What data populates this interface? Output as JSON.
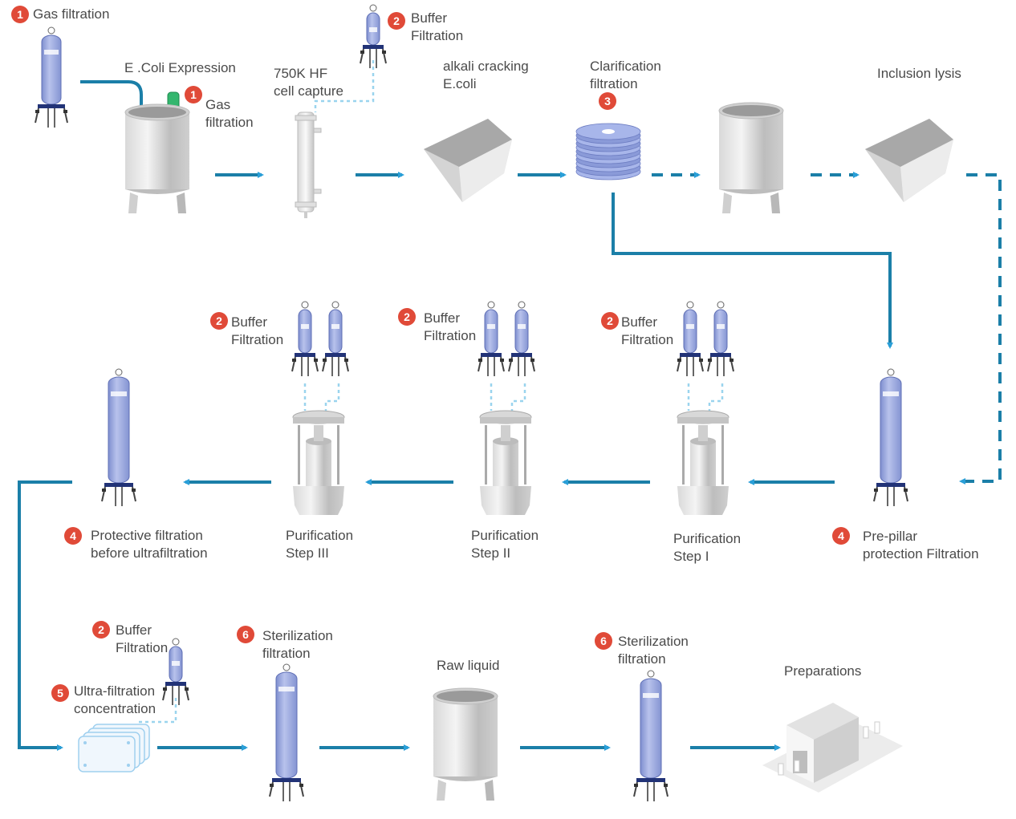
{
  "colors": {
    "flow": "#1b7fa8",
    "flow_dashed": "#1b7fa8",
    "arrow_head": "#2a9fd8",
    "filter_body": "#9aa6d8",
    "badge": "#e04a38",
    "tank": "#c8c8c8",
    "buffer_line": "#9ad4ee"
  },
  "labels": {
    "gas_top": {
      "badge": "1",
      "lines": [
        "Gas filtration"
      ]
    },
    "ecoli": {
      "badge": "",
      "lines": [
        "E .Coli Expression"
      ]
    },
    "gas_small": {
      "badge": "1",
      "lines": [
        "Gas",
        "filtration"
      ]
    },
    "hf_capture": {
      "badge": "",
      "lines": [
        "750K HF",
        "cell capture"
      ]
    },
    "buffer_top": {
      "badge": "2",
      "lines": [
        "Buffer",
        "Filtration"
      ]
    },
    "alkali": {
      "badge": "",
      "lines": [
        "alkali cracking",
        "E.coli"
      ]
    },
    "clarification": {
      "badge": "3",
      "lines": [
        "Clarification",
        "filtration"
      ]
    },
    "inclusion": {
      "badge": "",
      "lines": [
        "Inclusion lysis"
      ]
    },
    "buffer_s3": {
      "badge": "2",
      "lines": [
        "Buffer",
        "Filtration"
      ]
    },
    "buffer_s2": {
      "badge": "2",
      "lines": [
        "Buffer",
        "Filtration"
      ]
    },
    "buffer_s1": {
      "badge": "2",
      "lines": [
        "Buffer",
        "Filtration"
      ]
    },
    "protective": {
      "badge": "4",
      "lines": [
        "Protective filtration",
        "before ultrafiltration"
      ]
    },
    "purif3": {
      "badge": "",
      "lines": [
        "Purification",
        "Step III"
      ]
    },
    "purif2": {
      "badge": "",
      "lines": [
        "Purification",
        "Step II"
      ]
    },
    "purif1": {
      "badge": "",
      "lines": [
        "Purification",
        "Step I"
      ]
    },
    "prepillar": {
      "badge": "4",
      "lines": [
        "Pre-pillar",
        "protection Filtration"
      ]
    },
    "buffer_bottom": {
      "badge": "2",
      "lines": [
        "Buffer",
        "Filtration"
      ]
    },
    "ultra": {
      "badge": "5",
      "lines": [
        "Ultra-filtration",
        "concentration"
      ]
    },
    "steril1": {
      "badge": "6",
      "lines": [
        "Sterilization",
        "filtration"
      ]
    },
    "raw": {
      "badge": "",
      "lines": [
        "Raw liquid"
      ]
    },
    "steril2": {
      "badge": "6",
      "lines": [
        "Sterilization",
        "filtration"
      ]
    },
    "preparations": {
      "badge": "",
      "lines": [
        "Preparations"
      ]
    }
  }
}
